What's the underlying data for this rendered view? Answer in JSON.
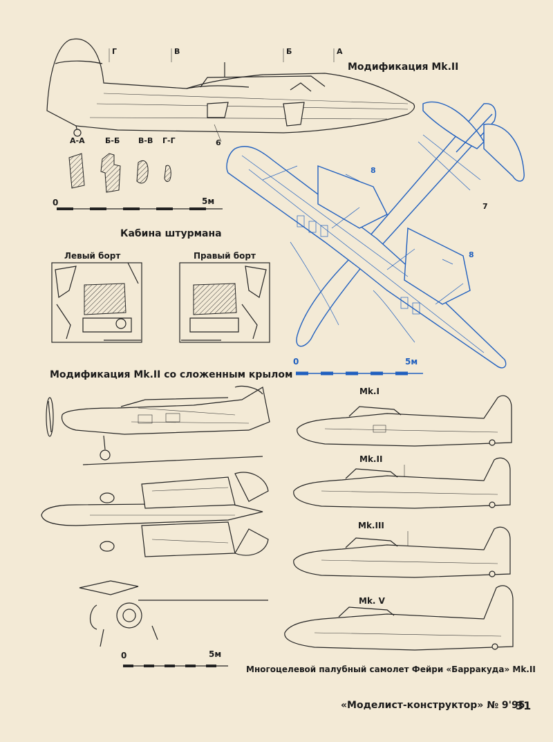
{
  "title_mk2": "Модификация Mk.II",
  "top_stations": [
    "Г",
    "В",
    "Б",
    "А"
  ],
  "sections": [
    "А-А",
    "Б-Б",
    "В-В",
    "Г-Г"
  ],
  "callout_6": "6",
  "callout_7": "7",
  "callout_8": "8",
  "scale_zero": "0",
  "scale_five": "5м",
  "cabin_title": "Кабина штурмана",
  "left_side": "Левый борт",
  "right_side": "Правый борт",
  "folded_title": "Модификация Mk.II со сложенным крылом",
  "variants": [
    "Mk.I",
    "Mk.II",
    "Mk.III",
    "Mk. V"
  ],
  "caption": "Многоцелевой палубный самолет Фейри «Барракуда» Mk.II",
  "footer_magazine": "«Моделист-конструктор» № 9'95",
  "footer_page": "31",
  "colors": {
    "paper": "#f3ead6",
    "ink": "#1b1b1b",
    "blue": "#1f5fbf"
  }
}
